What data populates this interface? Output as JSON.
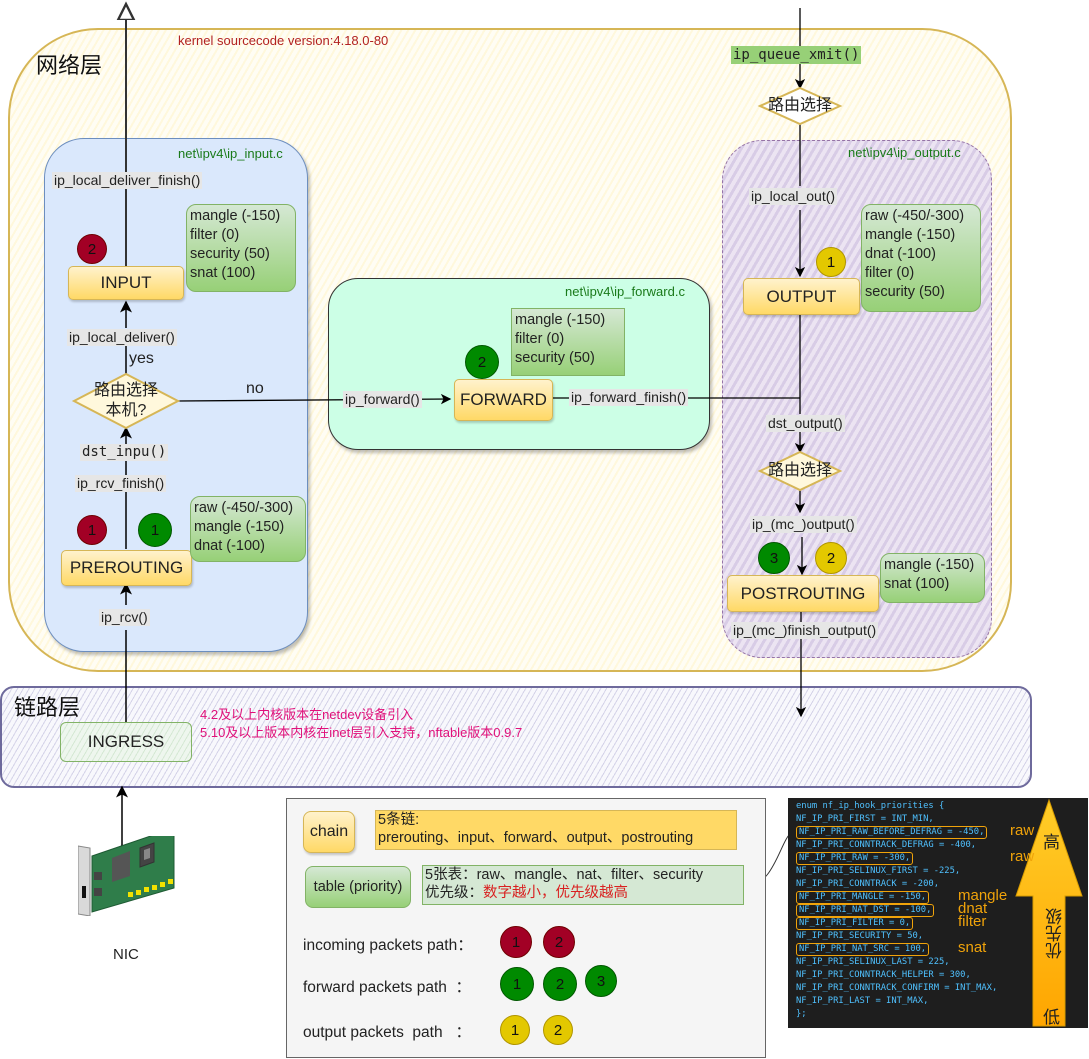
{
  "network_layer": {
    "title": "网络层",
    "version_note": "kernel sourcecode version:4.18.0-80"
  },
  "link_layer": {
    "title": "链路层",
    "ingress_label": "INGRESS",
    "notes": [
      "4.2及以上内核版本在netdev设备引入",
      "5.10及以上版本内核在inet层引入支持，nftable版本0.9.7"
    ]
  },
  "input_box": {
    "file": "net\\ipv4\\ip_input.c",
    "functions": {
      "local_deliver_finish": "ip_local_deliver_finish()",
      "local_deliver": "ip_local_deliver()",
      "dst_input": "dst_inpu()",
      "rcv_finish": "ip_rcv_finish()",
      "rcv": "ip_rcv()"
    },
    "yes_label": "yes",
    "no_label": "no",
    "route_decision": [
      "路由选择",
      "本机?"
    ],
    "input_chain": {
      "label": "INPUT",
      "tables": [
        "mangle (-150)",
        "filter (0)",
        "security (50)",
        "snat (100)"
      ],
      "badge": "2"
    },
    "prerouting_chain": {
      "label": "PREROUTING",
      "tables": [
        "raw (-450/-300)",
        "mangle (-150)",
        "dnat (-100)"
      ],
      "badge_red": "1",
      "badge_green": "1"
    }
  },
  "forward_box": {
    "file": "net\\ipv4\\ip_forward.c",
    "functions": {
      "forward": "ip_forward()",
      "forward_finish": "ip_forward_finish()"
    },
    "forward_chain": {
      "label": "FORWARD",
      "tables": [
        "mangle (-150)",
        "filter (0)",
        "security (50)"
      ],
      "badge": "2"
    }
  },
  "output_box": {
    "file": "net\\ipv4\\ip_output.c",
    "queue_xmit": "ip_queue_xmit()",
    "route_decision": "路由选择",
    "functions": {
      "local_out": "ip_local_out()",
      "dst_output": "dst_output()",
      "mc_output": "ip_(mc_)output()",
      "mc_finish_output": "ip_(mc_)finish_output()"
    },
    "route_decision_2": "路由选择",
    "output_chain": {
      "label": "OUTPUT",
      "tables": [
        "raw (-450/-300)",
        "mangle (-150)",
        "dnat (-100)",
        "filter (0)",
        "security (50)"
      ],
      "badge": "1"
    },
    "postrouting_chain": {
      "label": "POSTROUTING",
      "tables": [
        "mangle (-150)",
        "snat (100)"
      ],
      "badge_green": "3",
      "badge_yellow": "2"
    }
  },
  "nic": {
    "label": "NIC"
  },
  "legend": {
    "chain_label": "chain",
    "chain_desc": [
      "5条链:",
      "prerouting、input、forward、output、postrouting"
    ],
    "table_label": "table (priority)",
    "table_desc": "5张表：raw、mangle、nat、filter、security",
    "priority_prefix": "优先级：",
    "priority_rule": "数字越小，优先级越高",
    "paths": [
      {
        "label": "incoming packets path：",
        "color": "red",
        "steps": [
          "1",
          "2"
        ]
      },
      {
        "label": "forward packets path  ：",
        "color": "green",
        "steps": [
          "1",
          "2",
          "3"
        ]
      },
      {
        "label": "output packets  path   ：",
        "color": "yellow",
        "steps": [
          "1",
          "2"
        ]
      }
    ]
  },
  "code_panel": {
    "lines": [
      {
        "text": "enum nf_ip_hook_priorities {",
        "hl": false
      },
      {
        "text": "NF_IP_PRI_FIRST = INT_MIN,",
        "hl": false
      },
      {
        "text": "NF_IP_PRI_RAW_BEFORE_DEFRAG = -450,",
        "hl": true,
        "tag": "raw"
      },
      {
        "text": "NF_IP_PRI_CONNTRACK_DEFRAG = -400,",
        "hl": false
      },
      {
        "text": "NF_IP_PRI_RAW = -300,",
        "hl": true,
        "tag": "raw"
      },
      {
        "text": "NF_IP_PRI_SELINUX_FIRST = -225,",
        "hl": false
      },
      {
        "text": "NF_IP_PRI_CONNTRACK = -200,",
        "hl": false
      },
      {
        "text": "NF_IP_PRI_MANGLE = -150,",
        "hl": true,
        "tag": "mangle"
      },
      {
        "text": "NF_IP_PRI_NAT_DST = -100,",
        "hl": true,
        "tag": "dnat"
      },
      {
        "text": "NF_IP_PRI_FILTER = 0,",
        "hl": true,
        "tag": "filter"
      },
      {
        "text": "NF_IP_PRI_SECURITY = 50,",
        "hl": false
      },
      {
        "text": "NF_IP_PRI_NAT_SRC = 100,",
        "hl": true,
        "tag": "snat"
      },
      {
        "text": "NF_IP_PRI_SELINUX_LAST = 225,",
        "hl": false
      },
      {
        "text": "NF_IP_PRI_CONNTRACK_HELPER = 300,",
        "hl": false
      },
      {
        "text": "NF_IP_PRI_CONNTRACK_CONFIRM = INT_MAX,",
        "hl": false
      },
      {
        "text": "NF_IP_PRI_LAST = INT_MAX,",
        "hl": false
      },
      {
        "text": "};",
        "hl": false
      }
    ],
    "arrow": {
      "high": "高",
      "label": "优先级",
      "low": "低"
    }
  }
}
